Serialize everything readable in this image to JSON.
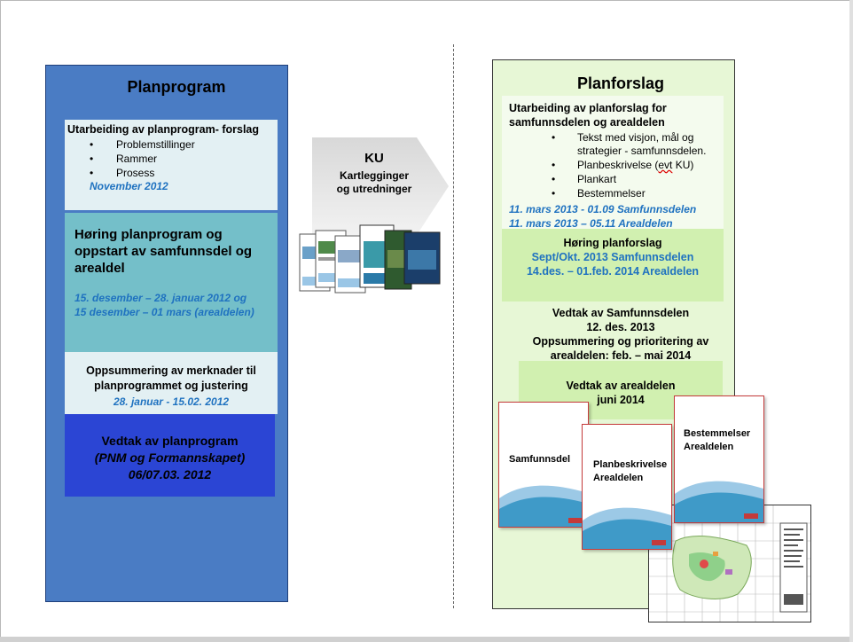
{
  "left": {
    "title": "Planprogram",
    "box1": {
      "heading": "Utarbeiding av planprogram- forslag",
      "items": [
        "Problemstillinger",
        "Rammer",
        "Prosess"
      ],
      "date": "November 2012"
    },
    "box2": {
      "heading": "Høring planprogram og oppstart av samfunnsdel og arealdel",
      "date1": "15. desember –  28. januar 2012 og",
      "date2": "15 desember  – 01 mars (arealdelen)"
    },
    "box3": {
      "heading": "Oppsummering  av merknader til planprogrammet og justering",
      "date": "28. januar -  15.02. 2012"
    },
    "box4": {
      "line1": "Vedtak av planprogram",
      "line2": "(PNM og Formannskapet)",
      "line3": "06/07.03. 2012"
    }
  },
  "middle": {
    "title": "KU",
    "sub1": "Kartlegginger",
    "sub2": "og utredninger"
  },
  "right": {
    "title": "Planforslag",
    "box1": {
      "heading": "Utarbeiding av planforslag for samfunnsdelen og arealdelen",
      "items": [
        "Tekst med visjon, mål og strategier - samfunnsdelen.",
        "Planbeskrivelse (evt KU)",
        "Plankart",
        "Bestemmelser"
      ],
      "date1": "11. mars 2013 -  01.09 Samfunnsdelen",
      "date2": "11. mars 2013 – 05.11 Arealdelen"
    },
    "box2": {
      "title": "Høring planforslag",
      "date1": "Sept/Okt. 2013 Samfunnsdelen",
      "date2": "14.des. – 01.feb. 2014 Arealdelen"
    },
    "vedtak_samfunn": {
      "line1": "Vedtak av Samfunnsdelen",
      "line2": "12. des. 2013",
      "line3": "Oppsummering og prioritering av",
      "line4": "arealdelen: feb. – mai 2014"
    },
    "box3": {
      "line1": "Vedtak av arealdelen",
      "line2": "juni 2014"
    },
    "docs": {
      "doc1": "Samfunnsdel",
      "doc2a": "Planbeskrivelse",
      "doc2b": "Arealdelen",
      "doc3a": "Bestemmelser",
      "doc3b": "Arealdelen"
    }
  },
  "colors": {
    "date_blue": "#1f72c0",
    "left_bg": "#4a7cc4",
    "right_bg": "#e7f7d6",
    "vedtak_blue": "#2b45d4"
  }
}
